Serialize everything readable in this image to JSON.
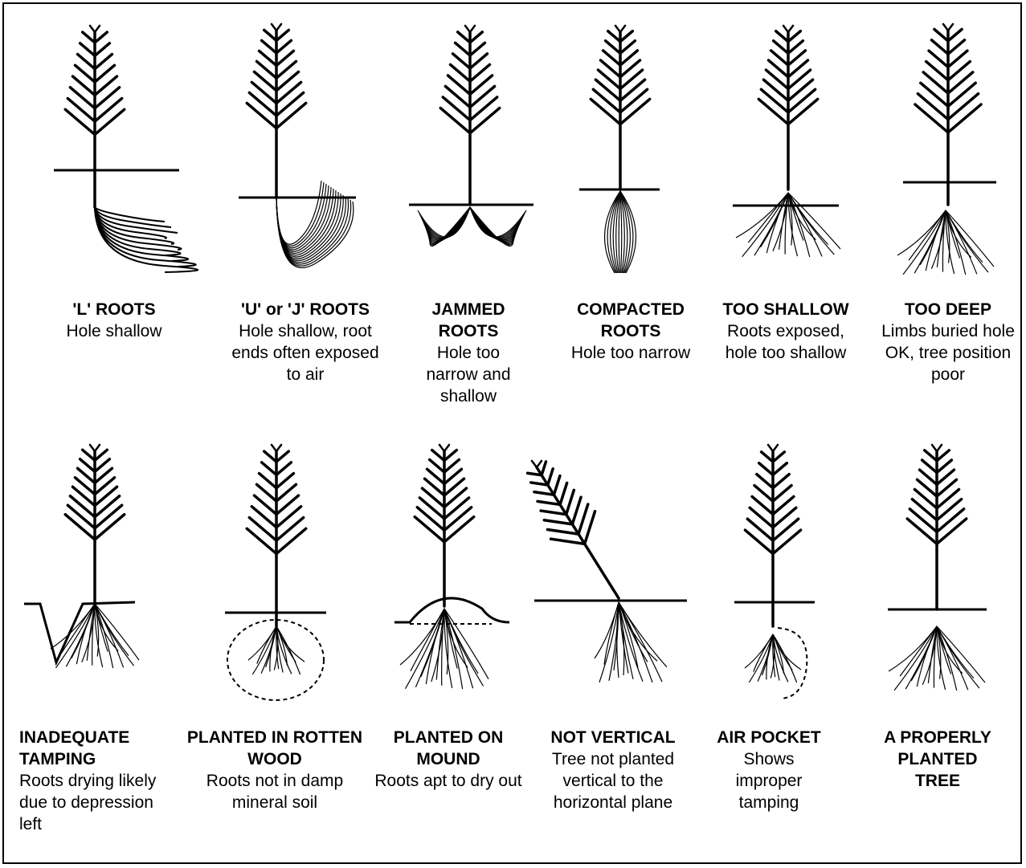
{
  "panels": [
    {
      "id": "l-roots",
      "title": "'L' ROOTS",
      "desc": "Hole shallow"
    },
    {
      "id": "u-j-roots",
      "title": "'U' or 'J' ROOTS",
      "desc": "Hole shallow, root ends often exposed to air"
    },
    {
      "id": "jammed-roots",
      "title": "JAMMED ROOTS",
      "desc": "Hole too narrow and shallow"
    },
    {
      "id": "compacted-roots",
      "title": "COMPACTED ROOTS",
      "desc": "Hole too narrow"
    },
    {
      "id": "too-shallow",
      "title": "TOO SHALLOW",
      "desc": "Roots exposed, hole too shallow"
    },
    {
      "id": "too-deep",
      "title": "TOO DEEP",
      "desc": "Limbs buried hole OK, tree position poor"
    },
    {
      "id": "inadequate-tamping",
      "title": "INADEQUATE TAMPING",
      "desc": "Roots drying likely due to depression left"
    },
    {
      "id": "rotten-wood",
      "title": "PLANTED IN ROTTEN WOOD",
      "desc": "Roots not in damp mineral soil"
    },
    {
      "id": "on-mound",
      "title": "PLANTED ON MOUND",
      "desc": "Roots apt to dry out"
    },
    {
      "id": "not-vertical",
      "title": "NOT VERTICAL",
      "desc": "Tree not planted vertical to the horizontal plane"
    },
    {
      "id": "air-pocket",
      "title": "AIR POCKET",
      "desc": "Shows improper tamping"
    },
    {
      "id": "proper",
      "title": "A PROPERLY PLANTED TREE",
      "desc": ""
    }
  ]
}
